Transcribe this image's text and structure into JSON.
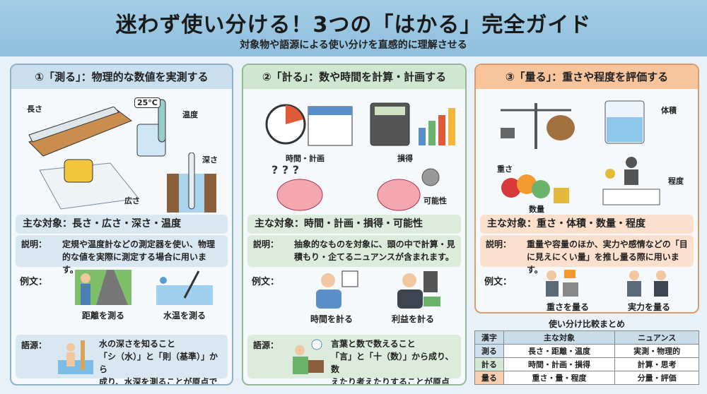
{
  "header": {
    "title": "迷わず使い分ける！3つの「はかる」完全ガイド",
    "subtitle": "対象物や語源による使い分けを直感的に理解させる"
  },
  "panels": [
    {
      "heading": "①「測る」：物理的な数値を実測する",
      "labels": [
        "長さ",
        "25°C",
        "温度",
        "深さ",
        "広さ"
      ],
      "target": "主な対象：長さ・広さ・深さ・温度",
      "desc_key": "説明：",
      "desc": "定規や温度計などの測定器を使い、物理的な値を実際に測定する場合に用います。",
      "example_key": "例文：",
      "examples": [
        "距離を測る",
        "水温を測る"
      ],
      "etym_key": "語源：",
      "etym": [
        "水の深さを知ること",
        "「シ（水）」と「則（基準）」から",
        "成り、水深を測ることが原点です。"
      ],
      "color": "#c9dfee"
    },
    {
      "heading": "②「計る」：数や時間を計算・計画する",
      "labels": [
        "時間・計画",
        "損得",
        "可能性"
      ],
      "target": "主な対象：時間・計画・損得・可能性",
      "desc_key": "説明：",
      "desc": "抽象的なものを対象に、頭の中で計算・見積もり・企てるニュアンスが含まれます。",
      "example_key": "例文：",
      "examples": [
        "時間を計る",
        "利益を計る"
      ],
      "etym_key": "語源：",
      "etym": [
        "言葉と数で数えること",
        "「言」と「十（数）」から成り、数",
        "えたり考えたりすることが原点です。"
      ],
      "color": "#cfe6d0"
    },
    {
      "heading": "③「量る」：重さや程度を評価する",
      "labels": [
        "重さ",
        "体積",
        "数量",
        "程度"
      ],
      "target": "主な対象：重さ・体積・数量・程度",
      "desc_key": "説明：",
      "desc": "重量や容量のほか、実力や感情などの「目に見えにくい量」を推し量る際に用います。",
      "example_key": "例文：",
      "examples": [
        "重さを量る",
        "実力を量る"
      ],
      "color": "#f7c49c"
    }
  ],
  "summary": {
    "title": "使い分け比較まとめ",
    "columns": [
      "漢字",
      "主な対象",
      "ニュアンス"
    ],
    "rows": [
      [
        "測る",
        "長さ・距離・温度",
        "実測・物理的"
      ],
      [
        "計る",
        "時間・計画・損得",
        "計算・思考"
      ],
      [
        "量る",
        "重さ・量・程度",
        "分量・評価"
      ]
    ]
  }
}
